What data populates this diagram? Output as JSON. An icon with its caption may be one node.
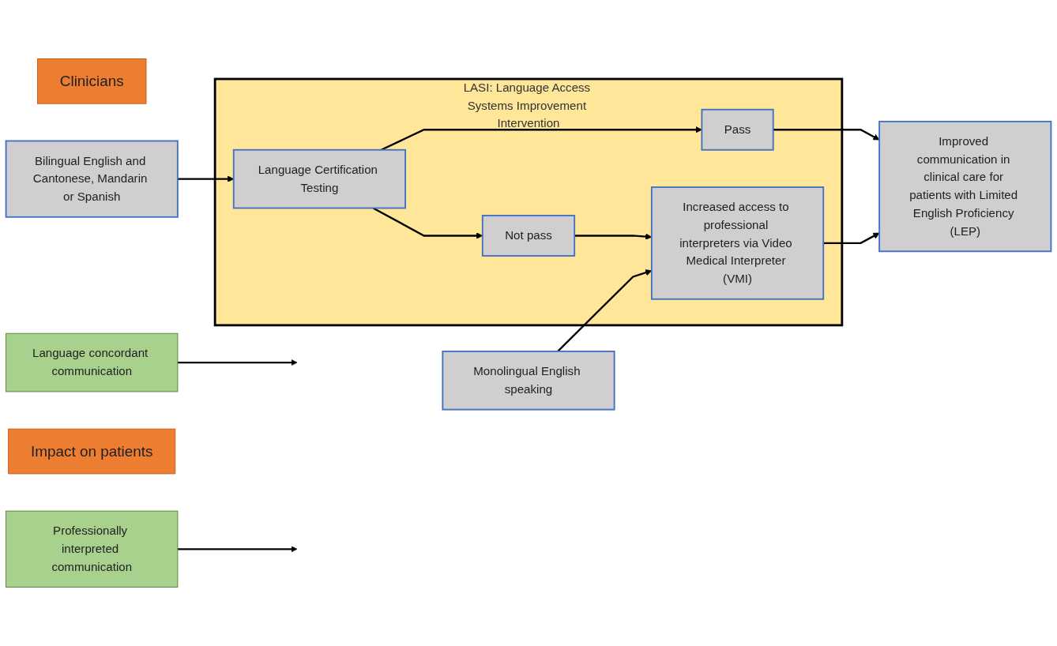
{
  "diagram": {
    "nodes": [
      {
        "text": [
          "Clinicians"
        ]
      },
      {
        "text": [
          "Bilingual English and Cantonese, Mandarin or Spanish"
        ]
      },
      {
        "text": [
          "Monolingual English speaking"
        ]
      },
      {
        "text": [
          "LASI: Language Access Systems Improvement Intervention"
        ]
      },
      {
        "text": [
          "Language Certification Testing"
        ],
        "in": 3
      },
      {
        "text": [
          "Pass"
        ],
        "in": 3
      },
      {
        "text": [
          "Not pass"
        ],
        "in": 3
      },
      {
        "text": [
          "Increased access to professional interpreters via Video Medical Interpreter (VMI)"
        ],
        "in": 3
      },
      {
        "text": [
          "Language concordant communication"
        ]
      },
      {
        "text": [
          "Impact on patients"
        ]
      },
      {
        "text": [
          "Improved communication in clinical care for patients with Limited English Proficiency (LEP)"
        ]
      },
      {
        "text": [
          "Professionally interpreted communication"
        ]
      }
    ],
    "edges": [
      {
        "from": 1,
        "to": 4,
        "arrow": "to"
      },
      {
        "from": 4,
        "to": 5,
        "arrow": "to"
      },
      {
        "from": 4,
        "to": 6,
        "arrow": "to"
      },
      {
        "from": 6,
        "to": 7,
        "arrow": "to"
      },
      {
        "from": 2,
        "to": 7,
        "arrow": "to"
      },
      {
        "from": 5,
        "to": 10,
        "arrow": "to"
      },
      {
        "from": 7,
        "to": 10,
        "arrow": "to"
      },
      {
        "from": 8,
        "to": null,
        "arrow": "to"
      },
      {
        "from": 11,
        "to": null,
        "arrow": "to"
      }
    ]
  }
}
